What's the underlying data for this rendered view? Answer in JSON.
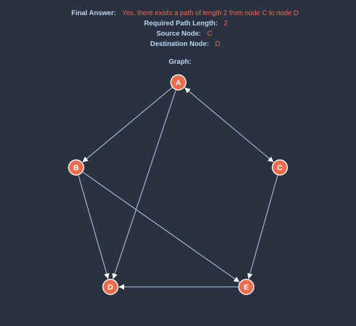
{
  "info": {
    "final_answer_label": "Final Answer:",
    "final_answer_value": "Yes, there exists a path of length 2 from node C to node D",
    "path_length_label": "Required Path Length:",
    "path_length_value": "2",
    "source_label": "Source Node:",
    "source_value": "C",
    "destination_label": "Destination Node:",
    "destination_value": "D",
    "graph_label": "Graph:"
  },
  "graph": {
    "nodes": [
      "A",
      "B",
      "C",
      "D",
      "E"
    ],
    "edges": [
      {
        "from": "A",
        "to": "B",
        "directed": true
      },
      {
        "from": "A",
        "to": "D",
        "directed": true
      },
      {
        "from": "A",
        "to": "C",
        "directed": true,
        "bidirectional": true
      },
      {
        "from": "B",
        "to": "D",
        "directed": true
      },
      {
        "from": "B",
        "to": "E",
        "directed": true
      },
      {
        "from": "C",
        "to": "E",
        "directed": true
      },
      {
        "from": "E",
        "to": "D",
        "directed": true
      }
    ],
    "colors": {
      "background": "#2a3140",
      "node_fill": "#f06a4c",
      "node_stroke": "#ffffff",
      "edge": "#b9d6ee",
      "label_text": "#b9d6ee",
      "value_text": "#f06a4c"
    }
  }
}
